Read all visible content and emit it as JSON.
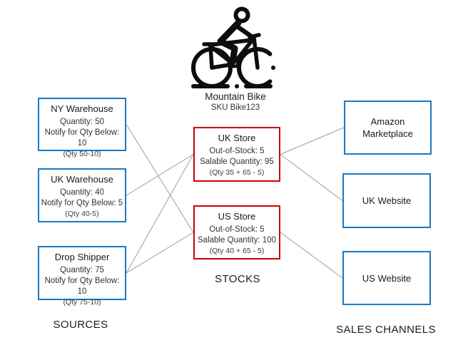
{
  "product": {
    "name": "Mountain Bike",
    "sku": "SKU Bike123",
    "icon": "mountain-bike-icon"
  },
  "labels": {
    "sources": "SOURCES",
    "stocks": "STOCKS",
    "channels": "SALES CHANNELS"
  },
  "sources": [
    {
      "id": "ny-warehouse",
      "title": "NY Warehouse",
      "lines": [
        "Quantity: 50",
        "Notify for Qty Below: 10"
      ],
      "note": "(Qty 50-10)"
    },
    {
      "id": "uk-warehouse",
      "title": "UK Warehouse",
      "lines": [
        "Quantity: 40",
        "Notify for Qty Below: 5"
      ],
      "note": "(Qty 40-5)"
    },
    {
      "id": "drop-shipper",
      "title": "Drop Shipper",
      "lines": [
        "Quantity: 75",
        "Notify for Qty Below: 10"
      ],
      "note": "(Qty 75-10)"
    }
  ],
  "stocks": [
    {
      "id": "uk-store",
      "title": "UK Store",
      "lines": [
        "Out-of-Stock: 5",
        "Salable Quantity: 95"
      ],
      "note": "(Qty 35 + 65 - 5)"
    },
    {
      "id": "us-store",
      "title": "US Store",
      "lines": [
        "Out-of-Stock: 5",
        "Salable Quantity: 100"
      ],
      "note": "(Qty 40 + 65 - 5)"
    }
  ],
  "channels": [
    {
      "id": "amazon-marketplace",
      "title": "Amazon Marketplace"
    },
    {
      "id": "uk-website",
      "title": "UK Website"
    },
    {
      "id": "us-website",
      "title": "US Website"
    }
  ],
  "connections": [
    {
      "from": "ny-warehouse",
      "to": "us-store"
    },
    {
      "from": "uk-warehouse",
      "to": "uk-store"
    },
    {
      "from": "drop-shipper",
      "to": "uk-store"
    },
    {
      "from": "drop-shipper",
      "to": "us-store"
    },
    {
      "from": "uk-store",
      "to": "amazon-marketplace"
    },
    {
      "from": "uk-store",
      "to": "uk-website"
    },
    {
      "from": "us-store",
      "to": "us-website"
    }
  ],
  "colors": {
    "source_border": "#1979c3",
    "stock_border": "#cc0000",
    "connector": "#9c9c9c",
    "ink": "#0d0d0d"
  }
}
